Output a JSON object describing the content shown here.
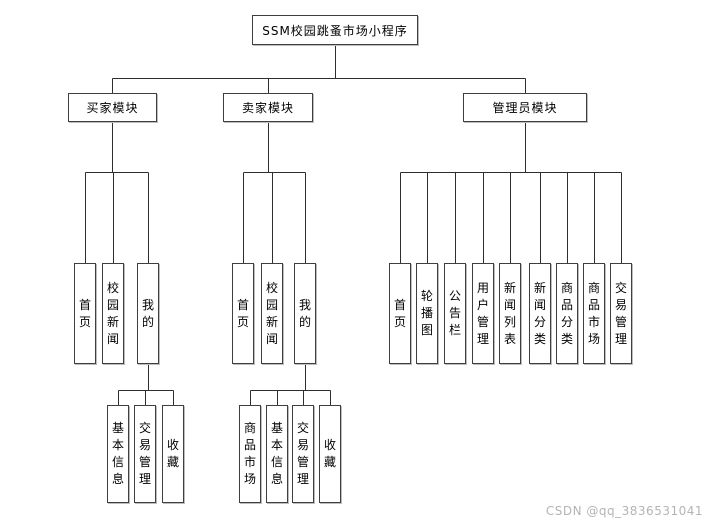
{
  "title": "SSM校园跳蚤市场小程序",
  "modules": {
    "buyer": {
      "label": "买家模块",
      "children": [
        "首页",
        "校园新闻",
        "我的"
      ],
      "mine_children": [
        "基本信息",
        "交易管理",
        "收藏"
      ]
    },
    "seller": {
      "label": "卖家模块",
      "children": [
        "首页",
        "校园新闻",
        "我的"
      ],
      "mine_children": [
        "商品市场",
        "基本信息",
        "交易管理",
        "收藏"
      ]
    },
    "admin": {
      "label": "管理员模块",
      "children": [
        "首页",
        "轮播图",
        "公告栏",
        "用户管理",
        "新闻列表",
        "新闻分类",
        "商品分类",
        "商品市场",
        "交易管理"
      ]
    }
  },
  "watermark": "CSDN @qq_3836531041",
  "colors": {
    "line": "#2e2e2e",
    "border": "#3f3f3f",
    "watermark": "#b4b4b4",
    "background": "#ffffff"
  }
}
